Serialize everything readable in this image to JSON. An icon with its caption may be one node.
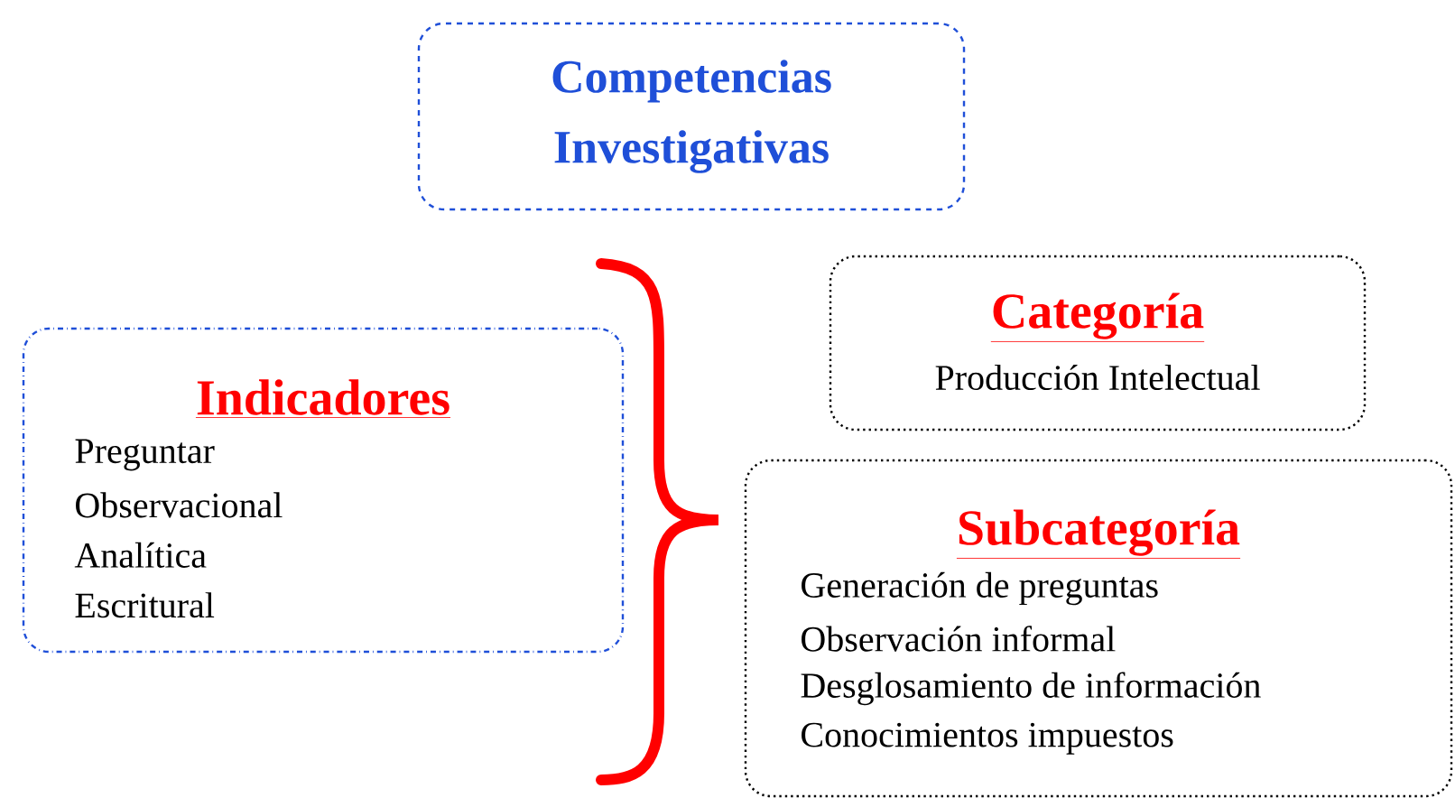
{
  "diagram": {
    "nodes": [
      {
        "text": [
          "Competencias Investigativas"
        ]
      },
      {
        "text": [
          "Indicadores",
          "Preguntar",
          "Observacional",
          "Analítica",
          "Escritural"
        ]
      },
      {
        "text": [
          "Categoría",
          "Producción Intelectual"
        ]
      },
      {
        "text": [
          "Subcategoría",
          "Generación de preguntas",
          "Observación informal",
          "Desglosamiento de información",
          "Conocimientos impuestos"
        ]
      }
    ]
  }
}
